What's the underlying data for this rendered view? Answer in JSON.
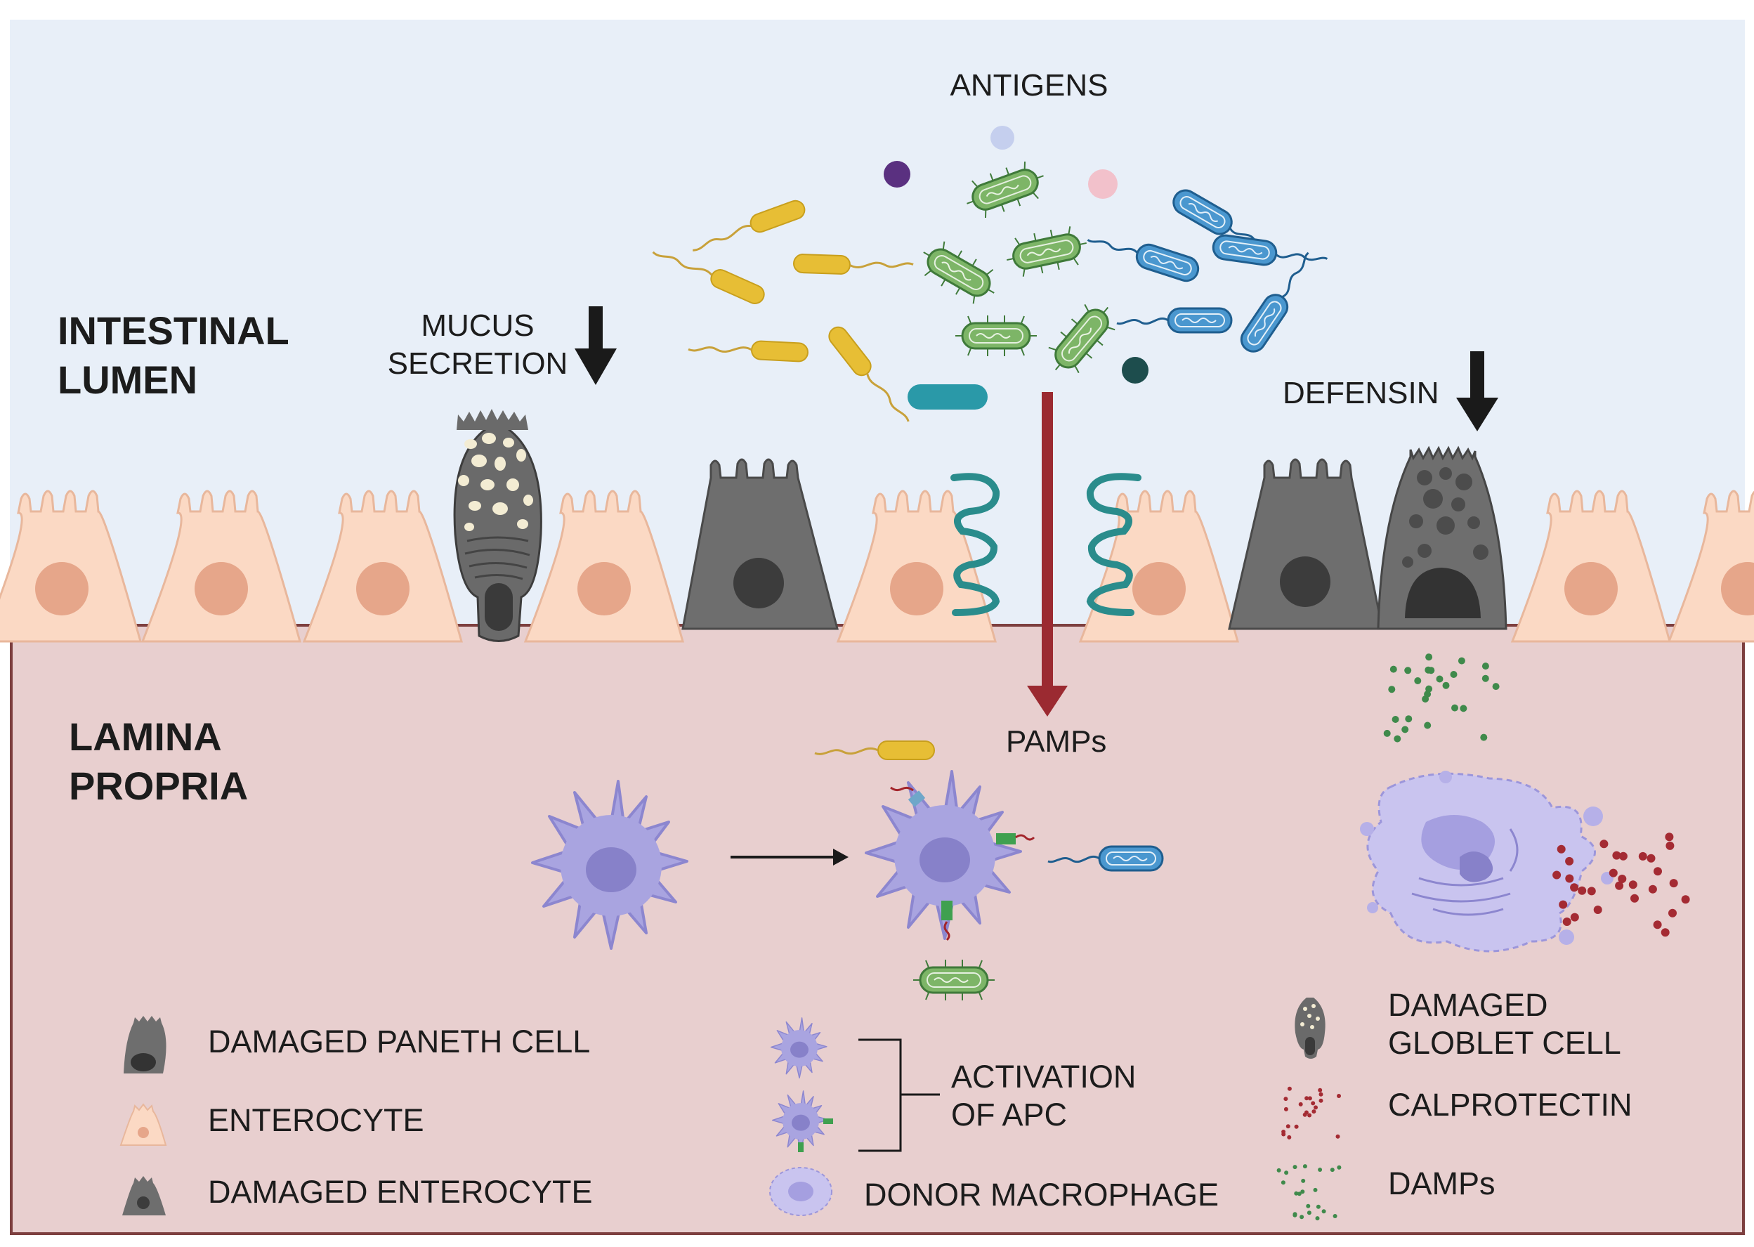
{
  "regions": {
    "lumen": [
      "INTESTINAL",
      "LUMEN"
    ],
    "lamina": [
      "LAMINA",
      "PROPRIA"
    ]
  },
  "labels": {
    "antigens": "ANTIGENS",
    "mucus": [
      "MUCUS",
      "SECRETION"
    ],
    "defensin": "DEFENSIN",
    "pamps": "PAMPs"
  },
  "legend": {
    "left": [
      "DAMAGED PANETH CELL",
      "ENTEROCYTE",
      "DAMAGED ENTEROCYTE"
    ],
    "middle": {
      "activation": [
        "ACTIVATION",
        "OF APC"
      ],
      "donor_macrophage": "DONOR MACROPHAGE"
    },
    "right": {
      "damaged_goblet": [
        "DAMAGED",
        "GLOBLET CELL"
      ],
      "calprotectin": "CALPROTECTIN",
      "damps": "DAMPs"
    }
  },
  "colors": {
    "lumen_bg": "#e8eff8",
    "lamina_bg": "#e8cfcf",
    "enterocyte": "#fbd9c4",
    "enterocyte_nucleus": "#e6a68a",
    "damaged_cell": "#6e6e6e",
    "arrow_pamps": "#9b2a31",
    "bacteria_yellow": "#e7be35",
    "bacteria_green": "#7db567",
    "bacteria_blue": "#4a97cf",
    "tight_junction": "#2a8c8c",
    "macrophage": "#a9a4e0",
    "calprotectin": "#a42b33",
    "damps": "#3f8a4b"
  }
}
